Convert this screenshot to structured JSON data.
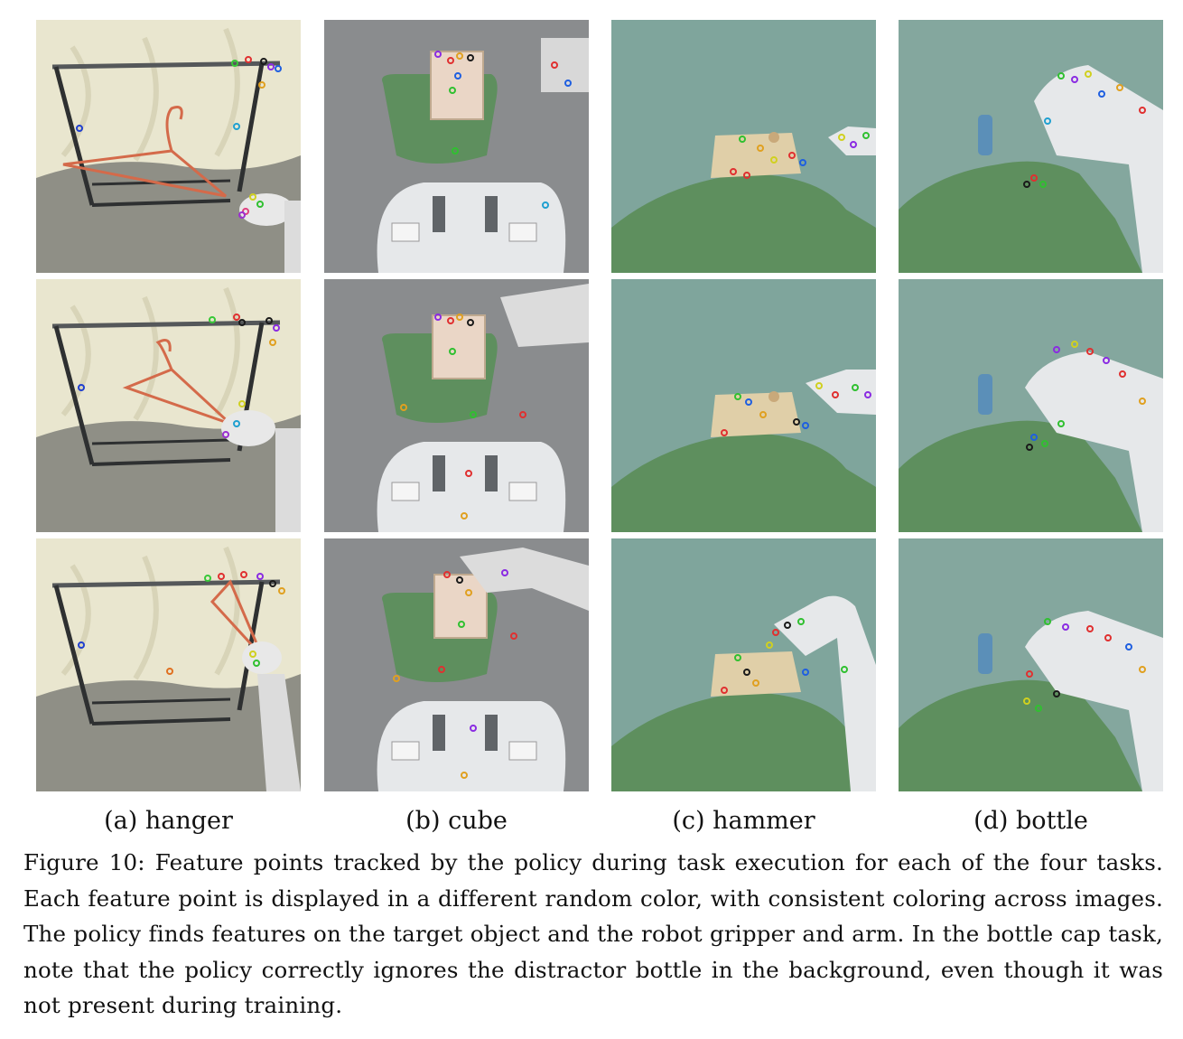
{
  "figure": {
    "subfigures": [
      {
        "label": "(a) hanger"
      },
      {
        "label": "(b) cube"
      },
      {
        "label": "(c) hammer"
      },
      {
        "label": "(d) bottle"
      }
    ],
    "caption": "Figure 10: Feature points tracked by the policy during task execution for each of the four tasks. Each feature point is displayed in a different random color, with consistent coloring across images. The policy finds features on the target object and the robot gripper and arm. In the bottle cap task, note that the policy correctly ignores the distractor bottle in the background, even though it was not present during training."
  },
  "colors": {
    "hanger_backdrop": "#e9e6cf",
    "hanger_floor": "#8f8f86",
    "cube_floor": "#8a8c8e",
    "cloth_green": "#5e8f5e",
    "table_teal": "#7fa59c",
    "bottle_bg": "#84a79e",
    "robot_white": "#e6e8ea"
  }
}
